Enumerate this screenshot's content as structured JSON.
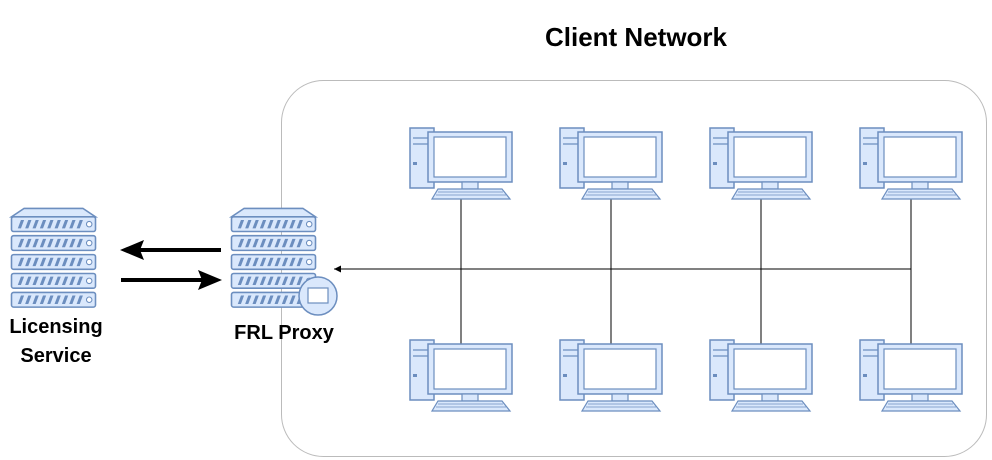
{
  "title": "Client Network",
  "licensing_service": {
    "line1": "Licensing",
    "line2": "Service"
  },
  "proxy": {
    "label": "FRL Proxy"
  },
  "clients": {
    "top_row_count": 4,
    "bottom_row_count": 4
  },
  "colors": {
    "device_stroke": "#6c8ebf",
    "device_fill": "#dae8fc",
    "screen_fill": "#ffffff",
    "line": "#000000",
    "region_stroke": "#bbbbbb"
  },
  "icons": [
    "server-icon",
    "proxy-server-icon",
    "desktop-computer-icon"
  ]
}
